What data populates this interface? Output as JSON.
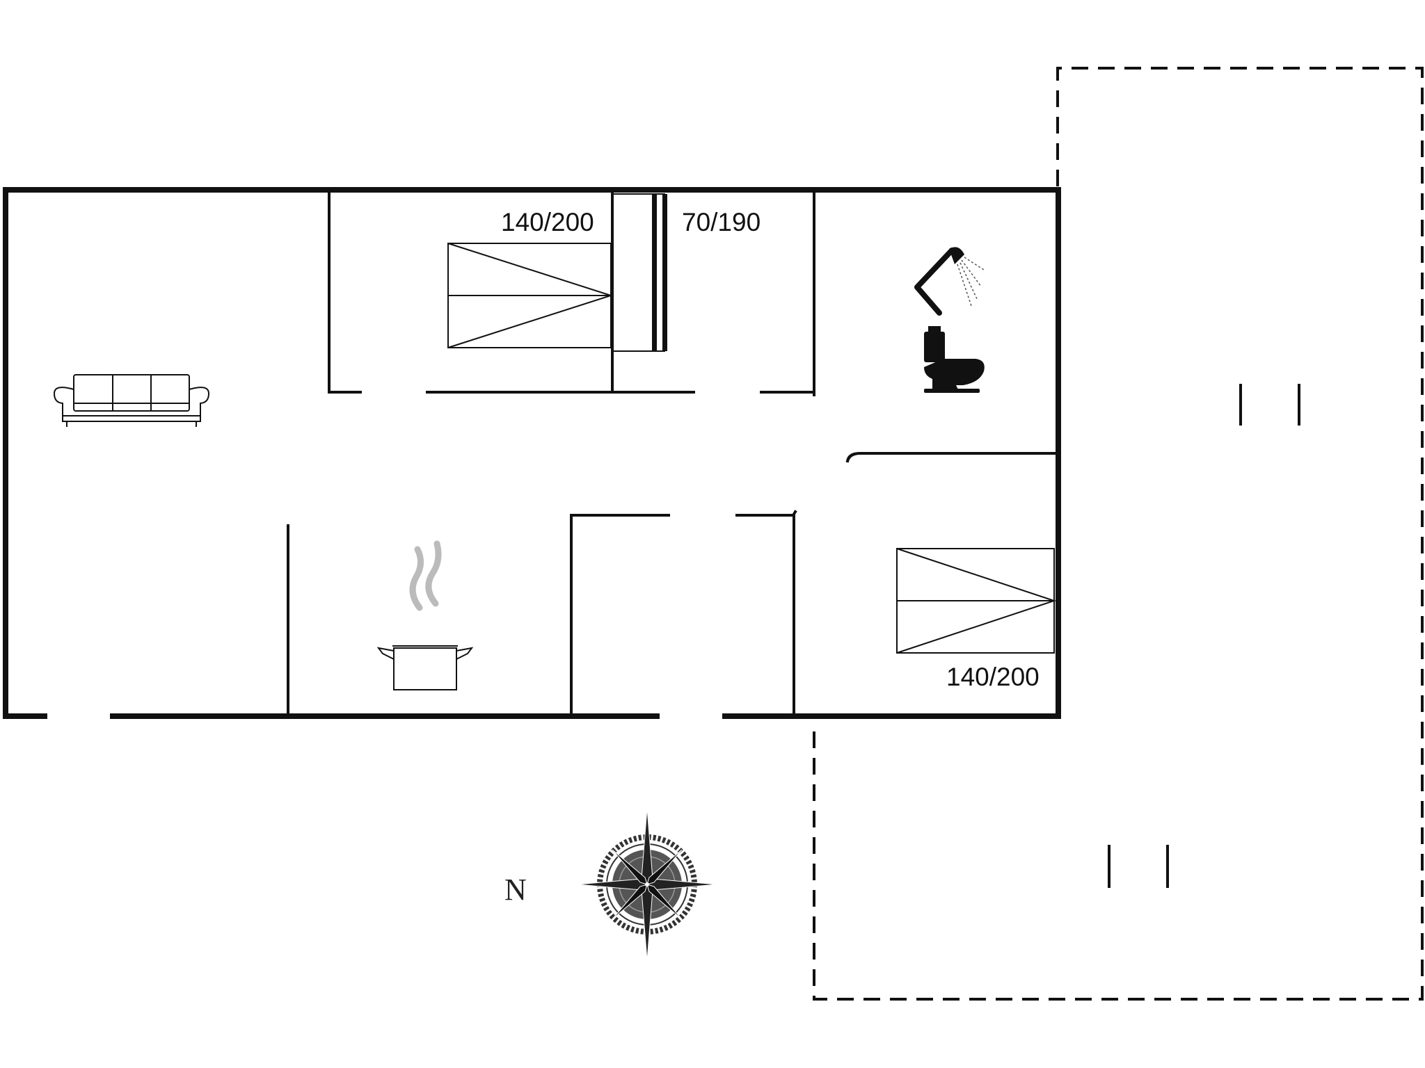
{
  "labels": {
    "bed_1": "140/200",
    "bed_2": "70/190",
    "bed_3": "140/200",
    "compass_north": "N"
  },
  "icons": [
    "sofa-icon",
    "bed-icon",
    "bunk-bed-icon",
    "shower-icon",
    "toilet-icon",
    "cooking-pot-icon",
    "compass-rose-icon"
  ],
  "colors": {
    "wall": "#111111",
    "steam": "#bbbbbb",
    "compass": "#555555"
  }
}
